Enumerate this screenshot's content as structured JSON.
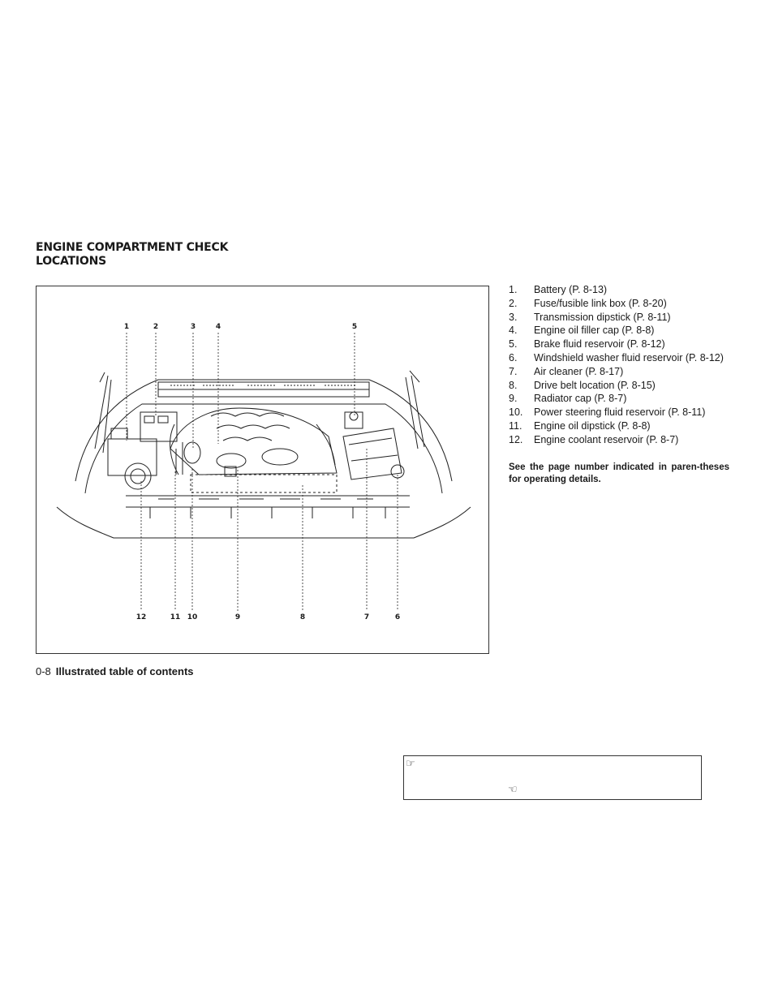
{
  "section": {
    "title_line1": "ENGINE COMPARTMENT CHECK",
    "title_line2": "LOCATIONS"
  },
  "figure": {
    "callouts_top": [
      "1",
      "2",
      "3",
      "4",
      "5"
    ],
    "callouts_bottom": [
      "12",
      "11",
      "10",
      "9",
      "8",
      "7",
      "6"
    ]
  },
  "items": [
    {
      "num": "1.",
      "text": "Battery (P. 8-13)"
    },
    {
      "num": "2.",
      "text": "Fuse/fusible link box (P. 8-20)"
    },
    {
      "num": "3.",
      "text": "Transmission dipstick (P. 8-11)"
    },
    {
      "num": "4.",
      "text": "Engine oil filler cap (P. 8-8)"
    },
    {
      "num": "5.",
      "text": "Brake fluid reservoir (P. 8-12)"
    },
    {
      "num": "6.",
      "text": "Windshield washer fluid reservoir (P. 8-12)"
    },
    {
      "num": "7.",
      "text": "Air cleaner (P. 8-17)"
    },
    {
      "num": "8.",
      "text": "Drive belt location (P. 8-15)"
    },
    {
      "num": "9.",
      "text": "Radiator cap (P. 8-7)"
    },
    {
      "num": "10.",
      "text": "Power steering fluid reservoir (P. 8-11)"
    },
    {
      "num": "11.",
      "text": "Engine oil dipstick (P. 8-8)"
    },
    {
      "num": "12.",
      "text": "Engine coolant reservoir (P. 8-7)"
    }
  ],
  "note": "See the page number indicated in paren-theses for operating details.",
  "footer": {
    "page": "0-8",
    "title": "Illustrated table of contents"
  },
  "icons": {
    "pointing_hand_right": "pointing-hand-icon",
    "pointing_hand_left": "pointing-hand-icon"
  }
}
